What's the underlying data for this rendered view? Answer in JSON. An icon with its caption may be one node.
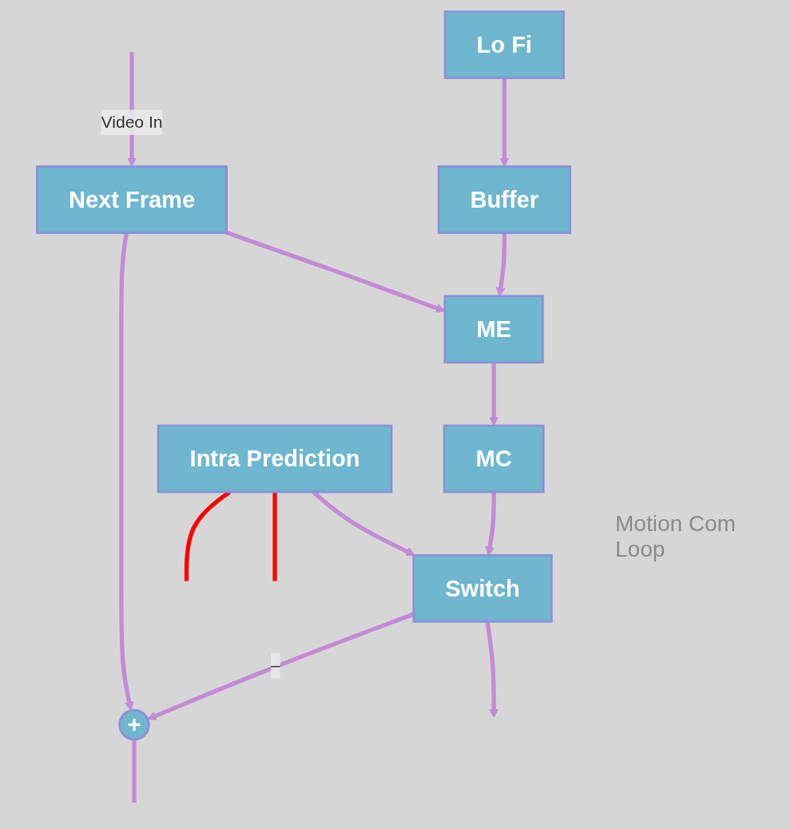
{
  "diagram": {
    "nodes": [
      {
        "text": [
          "Intra Prediction"
        ]
      },
      {
        "text": [
          "+"
        ]
      },
      {
        "text": [
          "Switch"
        ]
      },
      {
        "text": [
          "MC"
        ]
      },
      {
        "text": [
          "Next Frame"
        ]
      },
      {
        "text": [
          "ME"
        ]
      },
      {
        "text": [
          "Buffer"
        ]
      },
      {
        "text": [
          "Lo Fi"
        ]
      }
    ],
    "edges": [
      {
        "from": 0,
        "to": 2,
        "arrow": "to"
      },
      {
        "from": 4,
        "to": 1,
        "arrow": "to"
      },
      {
        "from": 2,
        "to": 1,
        "arrow": "to",
        "label": "–"
      },
      {
        "from": 2,
        "to": null,
        "arrow": "to"
      },
      {
        "from": 1,
        "to": null,
        "arrow": "none"
      },
      {
        "from": 3,
        "to": 2,
        "arrow": "to"
      },
      {
        "from": 5,
        "to": 3,
        "arrow": "to"
      },
      {
        "from": null,
        "to": 4,
        "arrow": "to",
        "label": "Video In"
      },
      {
        "from": 4,
        "to": 5,
        "arrow": "to"
      },
      {
        "from": 6,
        "to": 5,
        "arrow": "to"
      },
      {
        "from": 7,
        "to": 6,
        "arrow": "to"
      },
      {
        "from": 0,
        "to": null,
        "arrow": "none",
        "color": "#ff0000"
      },
      {
        "from": 0,
        "to": null,
        "arrow": "none",
        "color": "#ff0000"
      }
    ],
    "labels": [
      "Motion Com Loop"
    ]
  }
}
